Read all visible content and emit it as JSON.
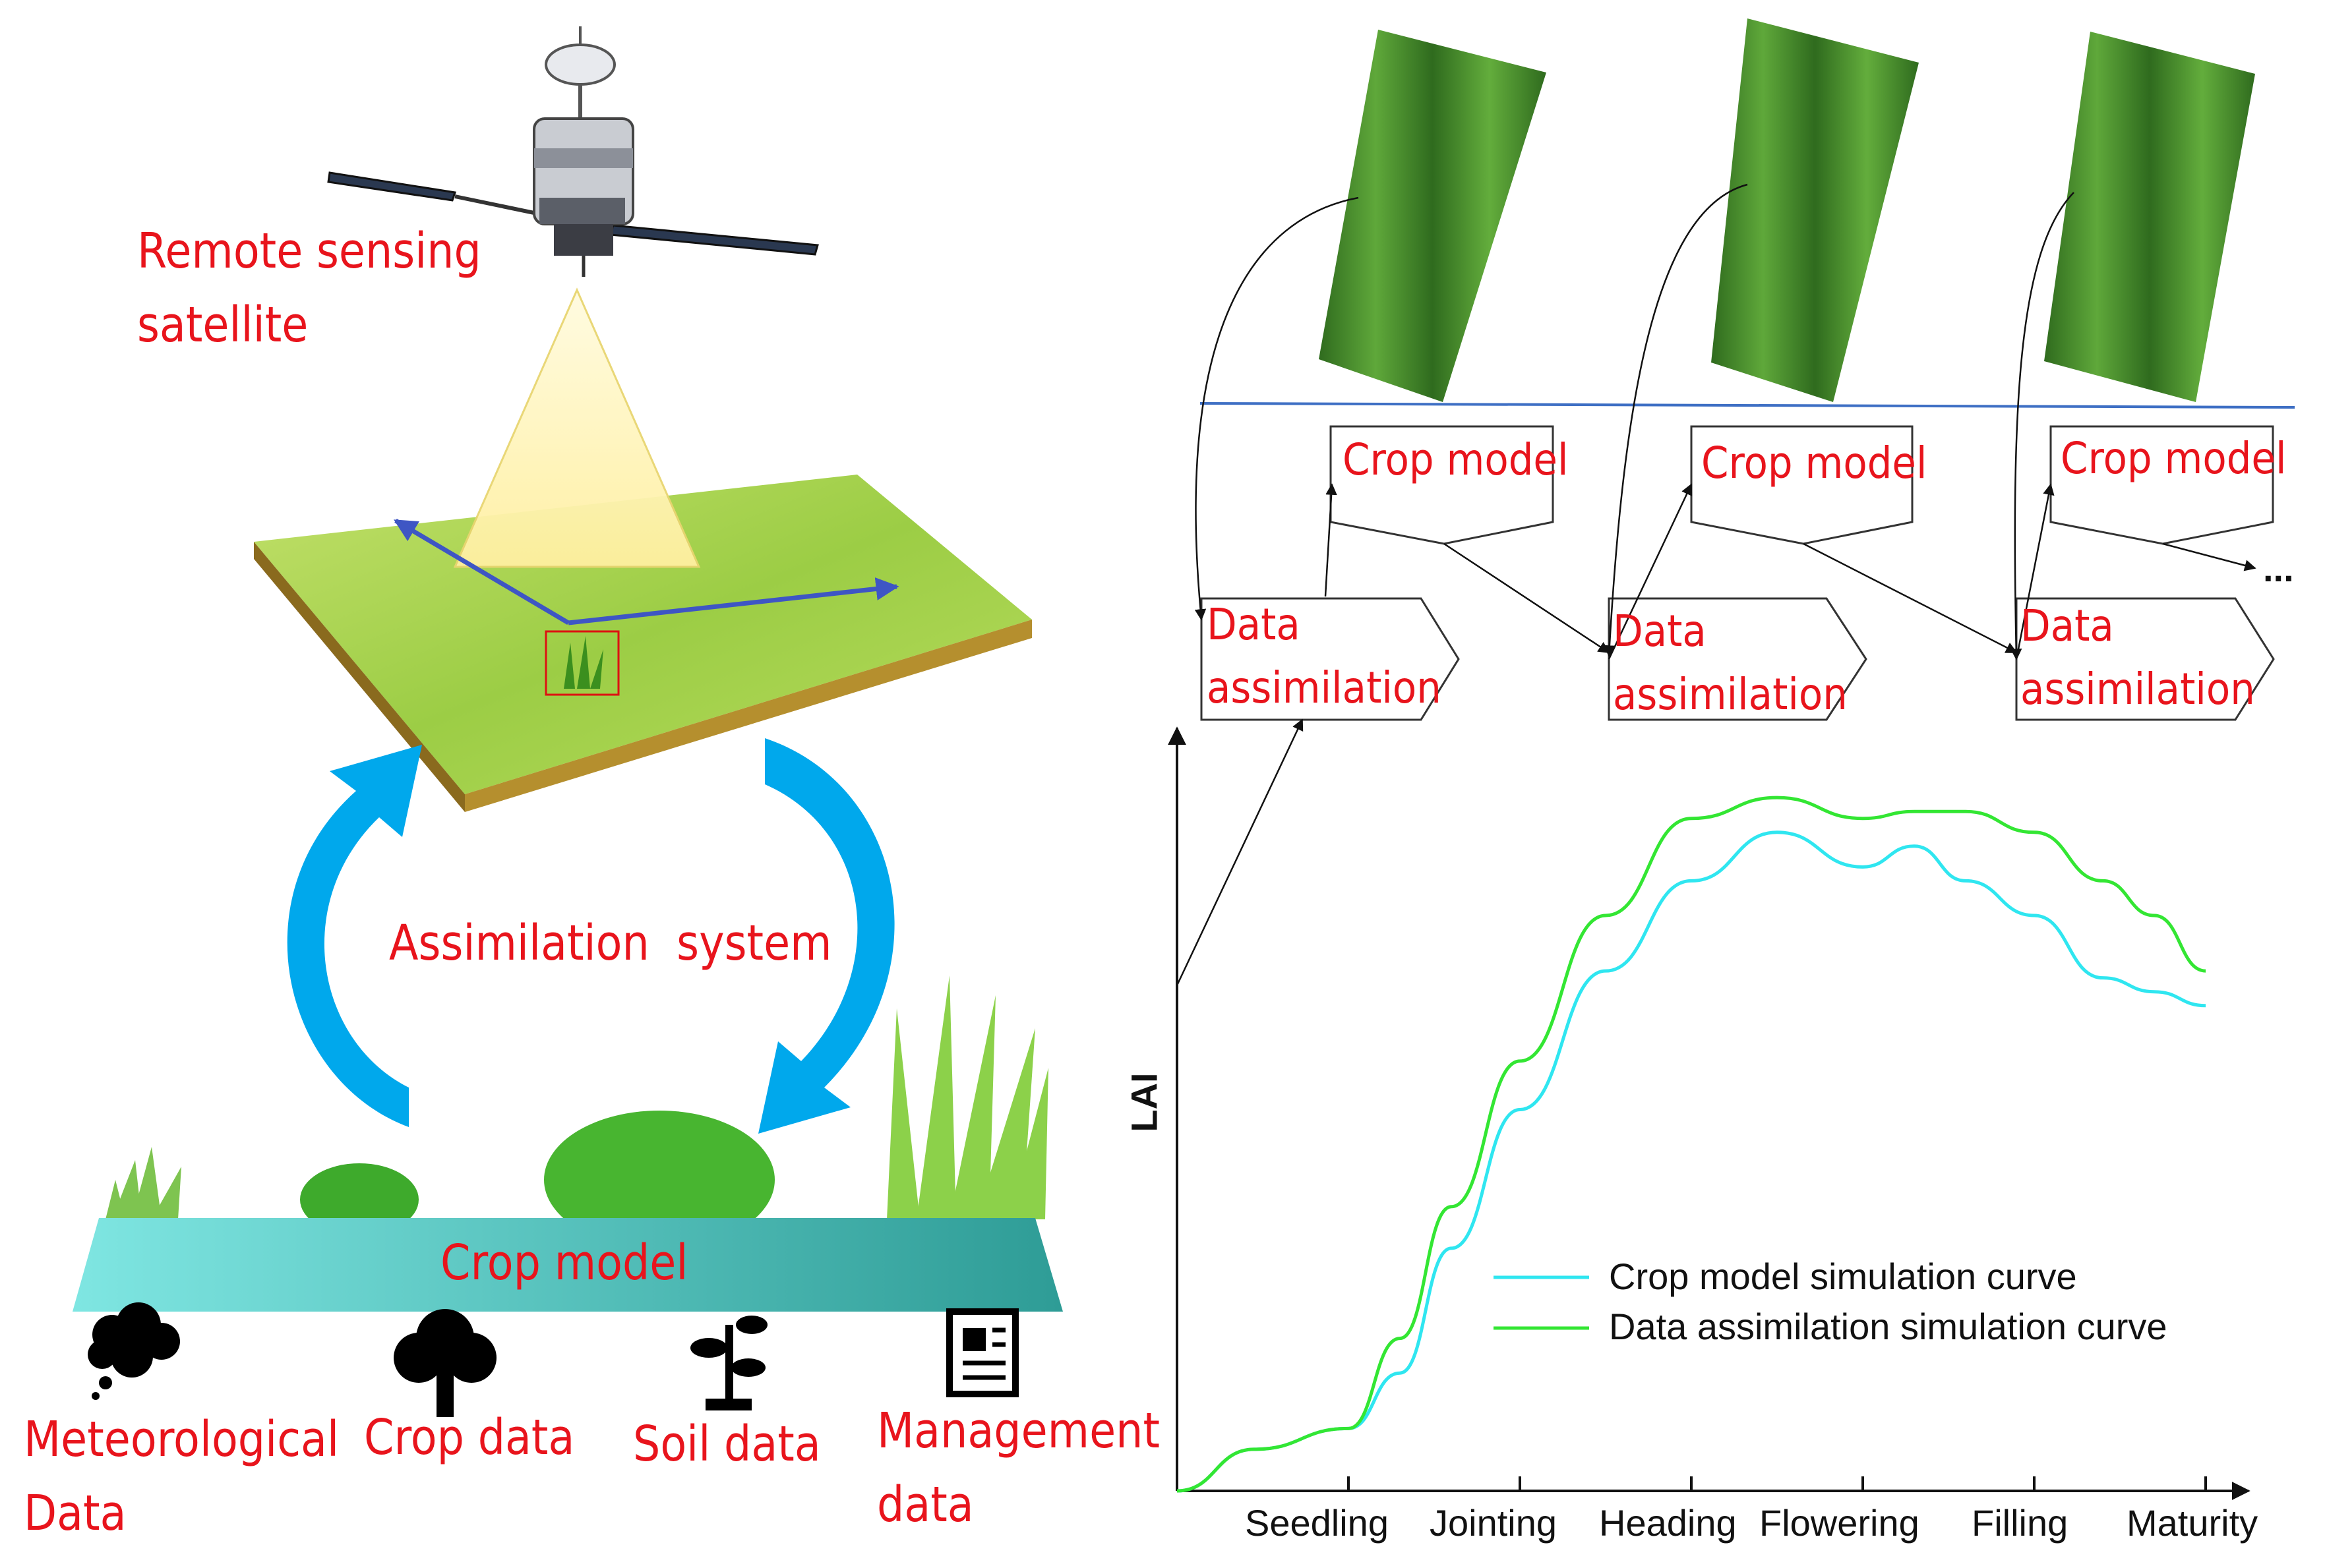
{
  "left_panel": {
    "satellite_label": "Remote sensing\nsatellite",
    "cycle_label": "Assimilation  system",
    "model_bar_label": "Crop model",
    "inputs": [
      {
        "label": "Meteorological\nData",
        "icon": "cloud-thought-icon"
      },
      {
        "label": "Crop data",
        "icon": "tree-icon"
      },
      {
        "label": "Soil data",
        "icon": "seedling-icon"
      },
      {
        "label": "Management\ndata",
        "icon": "document-icon"
      }
    ]
  },
  "right_panel": {
    "model_boxes": [
      "Crop model",
      "Crop model",
      "Crop model"
    ],
    "assimilation_boxes": [
      "Data\nassimilation",
      "Data\nassimilation",
      "Data\nassimilation"
    ],
    "continuation": "..."
  },
  "chart_data": {
    "type": "line",
    "title": "",
    "xlabel": "",
    "ylabel": "LAI",
    "categories": [
      "Seedling",
      "Jointing",
      "Heading",
      "Flowering",
      "Filling",
      "Maturity"
    ],
    "x": [
      0,
      0.45,
      1,
      1.3,
      1.6,
      2,
      2.5,
      3,
      3.5,
      4,
      4.3,
      4.6,
      5,
      5.4,
      5.7,
      6
    ],
    "series": [
      {
        "name": "Crop model simulation curve",
        "color": "#2fe6f0",
        "values": [
          0.0,
          0.06,
          0.09,
          0.17,
          0.35,
          0.55,
          0.75,
          0.88,
          0.95,
          0.9,
          0.93,
          0.88,
          0.83,
          0.74,
          0.72,
          0.7
        ]
      },
      {
        "name": "Data assimilation simulation curve",
        "color": "#33e633",
        "values": [
          0.0,
          0.06,
          0.09,
          0.22,
          0.41,
          0.62,
          0.83,
          0.97,
          1.0,
          0.97,
          0.98,
          0.98,
          0.95,
          0.88,
          0.83,
          0.75
        ]
      }
    ],
    "ylim": [
      0,
      1.1
    ],
    "grid": false,
    "legend": "bottom-right"
  },
  "colors": {
    "label_red": "#e8141c",
    "cycle_arrow_blue": "#00a8ec",
    "field_green": "#9ccd45",
    "model_bar_teal": "#3bbbb5",
    "beam_yellow": "#fff6b0",
    "timeline_blue": "#3e6fc4"
  }
}
